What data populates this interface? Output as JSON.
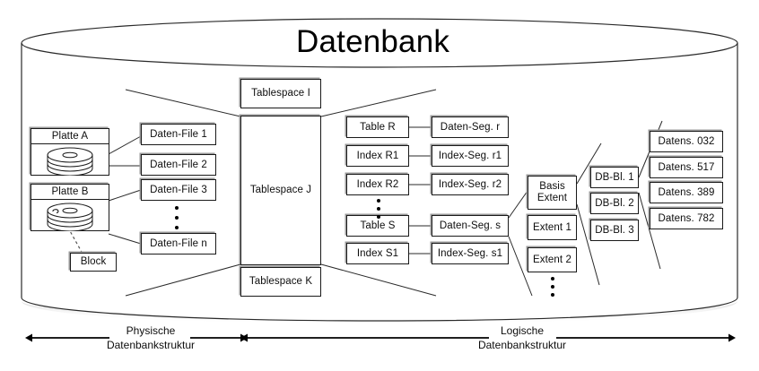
{
  "diagram": {
    "title": "Datenbank",
    "cylinder": {
      "label": "database-cylinder"
    }
  },
  "physical": {
    "disks": [
      {
        "label": "Platte A",
        "icon": "disk-platter-icon"
      },
      {
        "label": "Platte B",
        "icon": "disk-platter-icon"
      }
    ],
    "block": "Block",
    "datafiles": [
      "Daten-File 1",
      "Daten-File 2",
      "Daten-File 3",
      "Daten-File n"
    ],
    "datafiles_ellipsis": "vertical-ellipsis"
  },
  "tablespaces": [
    {
      "label": "Tablespace I"
    },
    {
      "label": "Tablespace J"
    },
    {
      "label": "Tablespace K"
    }
  ],
  "logical": {
    "objects": [
      "Table R",
      "Index R1",
      "Index R2",
      "Table S",
      "Index S1"
    ],
    "objects_ellipsis": "vertical-ellipsis",
    "segments": [
      "Daten-Seg. r",
      "Index-Seg. r1",
      "Index-Seg. r2",
      "Daten-Seg. s",
      "Index-Seg. s1"
    ],
    "extents": [
      "Basis Extent",
      "Extent 1",
      "Extent 2"
    ],
    "extents_line1": "Basis",
    "extents_line2": "Extent",
    "extents_ellipsis": "vertical-ellipsis",
    "blocks": [
      "DB-Bl. 1",
      "DB-Bl. 2",
      "DB-Bl. 3"
    ],
    "records": [
      "Datens. 032",
      "Datens. 517",
      "Datens. 389",
      "Datens. 782"
    ]
  },
  "footer": {
    "left": {
      "line1": "Physische",
      "line2": "Datenbankstruktur"
    },
    "right": {
      "line1": "Logische",
      "line2": "Datenbankstruktur"
    }
  },
  "colors": {
    "stroke": "#1a1a1a",
    "shadow": "#9a9a9a",
    "text": "#0d0d0d",
    "background": "#ffffff"
  }
}
